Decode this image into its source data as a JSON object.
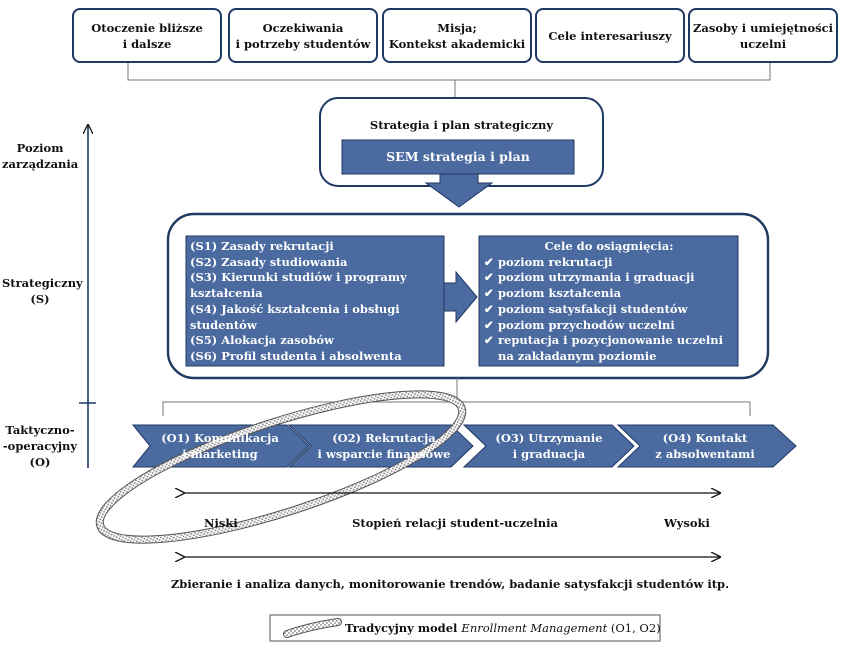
{
  "stakeholders": [
    "Otoczenie bliższe\ni dalsze",
    "Oczekiwania\ni potrzeby studentów",
    "Misja;\nKontekst akademicki",
    "Cele interesariuszy",
    "Zasoby i umiejętności\nuczelni"
  ],
  "levels": {
    "management": "Poziom\nzarządzania",
    "strategic": "Strategiczny\n(S)",
    "tactical": "Taktyczno-\n-operacyjny\n(O)"
  },
  "strategy": {
    "title": "Strategia i  plan strategiczny",
    "sem": "SEM strategia  i  plan"
  },
  "principles": [
    "(S1)   Zasady rekrutacji",
    "(S2)   Zasady studiowania",
    "(S3)   Kierunki studiów i programy kształcenia",
    "(S4)   Jakość kształcenia i obsługi studentów",
    "(S5)   Alokacja zasobów",
    "(S6)   Profil studenta i absolwenta"
  ],
  "goals": {
    "title": "Cele do osiągnięcia:",
    "items": [
      "poziom rekrutacji",
      "poziom utrzymania i graduacji",
      "poziom kształcenia",
      "poziom satysfakcji studentów",
      "poziom przychodów uczelni",
      "reputacja i pozycjonowanie uczelni na zakładanym poziomie"
    ]
  },
  "operations": [
    "(O1)  Komunikacja\ni marketing",
    "(O2)  Rekrutacja\ni wsparcie finansowe",
    "(O3)  Utrzymanie\ni graduacja",
    "(O4)  Kontakt\nz absolwentami"
  ],
  "relation_scale": {
    "low": "Niski",
    "center": "Stopień relacji student-uczelnia",
    "high": "Wysoki"
  },
  "data_line": "Zbieranie i analiza danych, monitorowanie trendów, badanie satysfakcji studentów itp.",
  "legend": {
    "prefix": "Tradycyjny model ",
    "italic": "Enrollment Management",
    "suffix": " (O1, O2)"
  },
  "colors": {
    "box_fill": "#4a6aa0",
    "border": "#1f3864",
    "ellipse": "#8a8a8a"
  }
}
